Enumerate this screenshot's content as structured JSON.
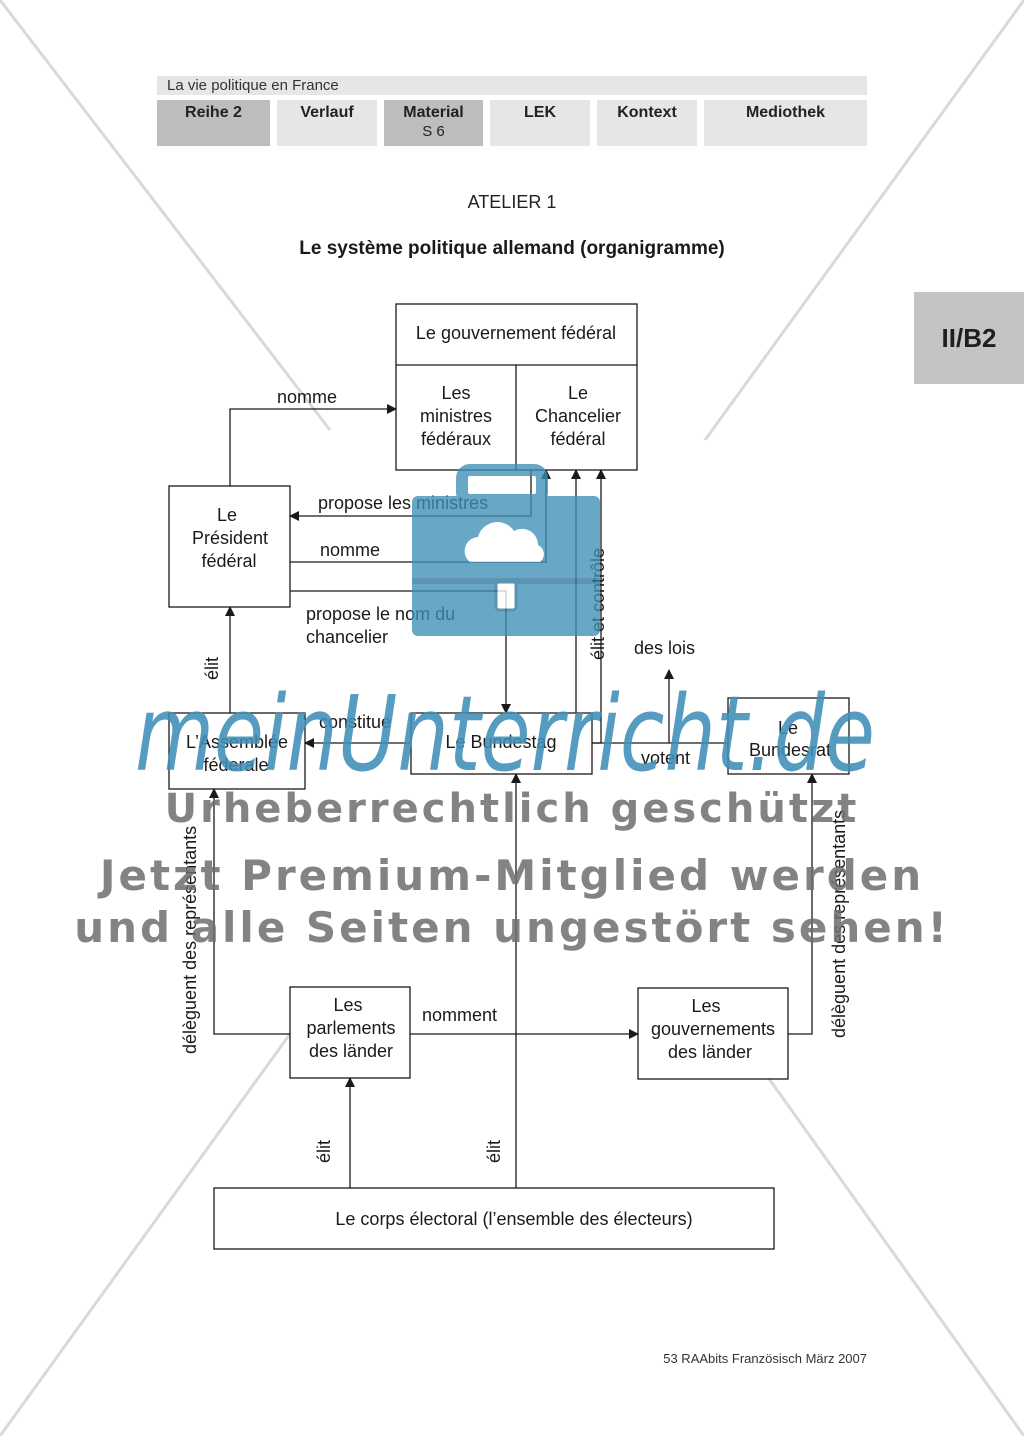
{
  "header": {
    "band_title": "La vie politique en France",
    "tabs": [
      {
        "label": "Reihe 2",
        "sub": ""
      },
      {
        "label": "Verlauf",
        "sub": ""
      },
      {
        "label": "Material",
        "sub": "S 6"
      },
      {
        "label": "LEK",
        "sub": ""
      },
      {
        "label": "Kontext",
        "sub": ""
      },
      {
        "label": "Mediothek",
        "sub": ""
      }
    ],
    "side_tab": "II/B2"
  },
  "atelier": "ATELIER 1",
  "title": "Le système politique allemand (organigramme)",
  "diagram": {
    "nodes": {
      "gouvernement": "Le gouvernement fédéral",
      "ministres": [
        "Les",
        "ministres",
        "fédéraux"
      ],
      "chancelier": [
        "Le",
        "Chancelier",
        "fédéral"
      ],
      "president": [
        "Le",
        "Président",
        "fédéral"
      ],
      "assemblee": [
        "L’Assemblée",
        "féderale"
      ],
      "bundestag": "Le Bundestag",
      "bundesrat": [
        "Le",
        "Bundesrat"
      ],
      "parlements": [
        "Les",
        "parlements",
        "des länder"
      ],
      "gouvernements": [
        "Les",
        "gouvernements",
        "des länder"
      ],
      "corps": "Le corps électoral (l’ensemble des électeurs)"
    },
    "edges": {
      "nomme_top": "nomme",
      "propose_ministres": "propose les ministres",
      "nomme_mid": "nomme",
      "propose_nom": [
        "propose le nom du",
        "chancelier"
      ],
      "elit_controle": "élit et contrôle",
      "des_lois": "des lois",
      "votent": "votent",
      "constitue": "constitue",
      "elit_president": "élit",
      "deleguent_left": "délèguent des représentants",
      "deleguent_right": "délèguent des représentants",
      "nomment": "nomment",
      "elit_parlements": "élit",
      "elit_bundestag": "élit"
    }
  },
  "watermark": {
    "brand": "meinUnterricht.de",
    "line1": "Urheberrechtlich geschützt",
    "line2": "Jetzt Premium-Mitglied werden",
    "line3": "und alle Seiten ungestört sehen!"
  },
  "footer": "53 RAAbits Französisch März 2007",
  "colors": {
    "logo_blue": "#3f8fb8",
    "watermark_grey": "#6e6e6e"
  }
}
